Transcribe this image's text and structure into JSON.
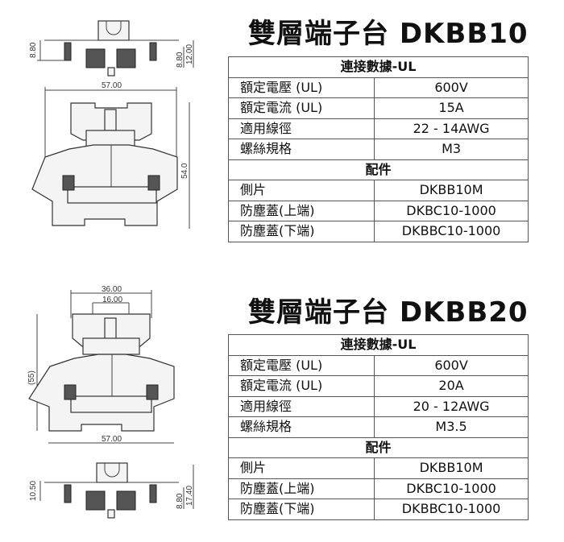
{
  "products": [
    {
      "title": "雙層端子台 DKBB10",
      "section1": "連接數據-UL",
      "specs": [
        {
          "label": "額定電壓 (UL)",
          "value": "600V"
        },
        {
          "label": "額定電流 (UL)",
          "value": "15A"
        },
        {
          "label": "適用線徑",
          "value": "22 - 14AWG"
        },
        {
          "label": "螺絲規格",
          "value": "M3"
        }
      ],
      "section2": "配件",
      "accessories": [
        {
          "label": "側片",
          "value": "DKBB10M"
        },
        {
          "label": "防塵蓋(上端)",
          "value": "DKBC10-1000"
        },
        {
          "label": "防塵蓋(下端)",
          "value": "DKBBC10-1000"
        }
      ],
      "dims": {
        "top_left": "8.80",
        "top_right_inner": "8.80",
        "top_right_outer": "12.00",
        "width": "57.00",
        "height": "54.0"
      }
    },
    {
      "title": "雙層端子台 DKBB20",
      "section1": "連接數據-UL",
      "specs": [
        {
          "label": "額定電壓 (UL)",
          "value": "600V"
        },
        {
          "label": "額定電流 (UL)",
          "value": "20A"
        },
        {
          "label": "適用線徑",
          "value": "20 - 12AWG"
        },
        {
          "label": "螺絲規格",
          "value": "M3.5"
        }
      ],
      "section2": "配件",
      "accessories": [
        {
          "label": "側片",
          "value": "DKBB10M"
        },
        {
          "label": "防塵蓋(上端)",
          "value": "DKBC10-1000"
        },
        {
          "label": "防塵蓋(下端)",
          "value": "DKBBC10-1000"
        }
      ],
      "dims": {
        "top_width": "36.00",
        "inner_width": "16.00",
        "height": "(55)",
        "width": "57.00",
        "bottom_left": "10.50",
        "bottom_right_inner": "8.80",
        "bottom_right_outer": "17.40"
      }
    }
  ]
}
